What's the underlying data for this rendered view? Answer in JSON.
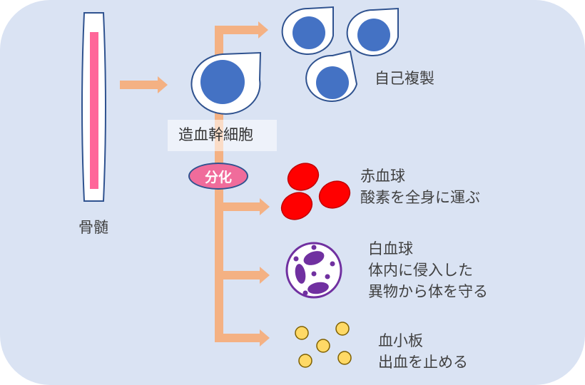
{
  "title": "造血幹細胞の分化",
  "bone_marrow": {
    "label": "骨髄"
  },
  "stem_cell": {
    "label": "造血幹細胞"
  },
  "self_replication": {
    "label": "自己複製"
  },
  "differentiation": {
    "label": "分化"
  },
  "red_blood_cell": {
    "name": "赤血球",
    "function": "酸素を全身に運ぶ",
    "color": "#ff0000"
  },
  "white_blood_cell": {
    "name": "白血球",
    "function_line1": "体内に侵入した",
    "function_line2": "異物から体を守る",
    "color": "#7030a0"
  },
  "platelet": {
    "name": "血小板",
    "function": "出血を止める",
    "color": "#ffd966"
  },
  "colors": {
    "background": "#dae3f3",
    "arrow": "#f4b183",
    "nucleus": "#4472c4",
    "outline": "#2f528f",
    "marrow": "#ff6699"
  }
}
